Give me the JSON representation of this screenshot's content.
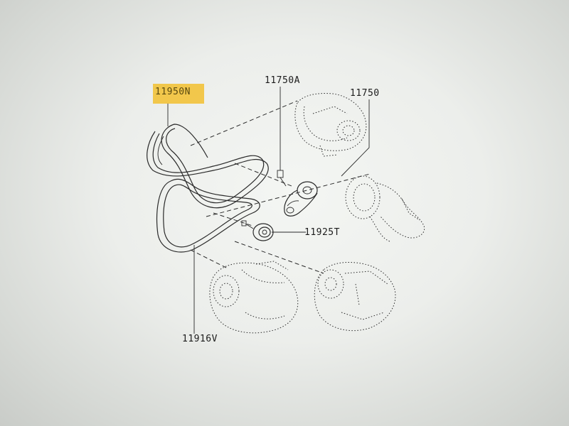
{
  "labels": {
    "belt_main": "11950N",
    "tensioner_bolt": "11750A",
    "tensioner": "11750",
    "idler_pulley": "11925T",
    "belt_secondary": "11916V"
  },
  "colors": {
    "highlight": "#f2c23a",
    "ink": "#2a2a2a",
    "paper": "#eceeeb"
  }
}
